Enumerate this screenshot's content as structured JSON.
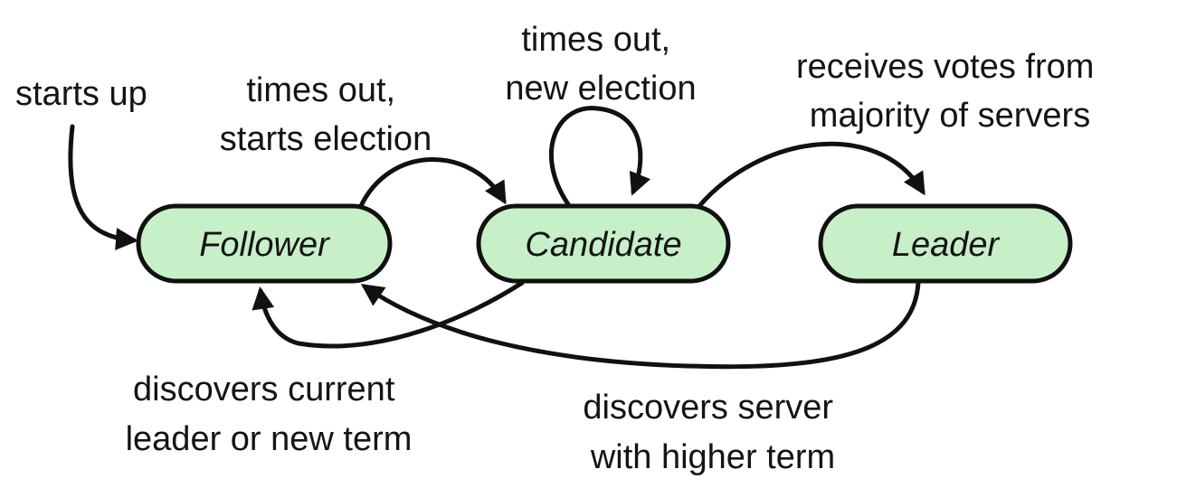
{
  "colors": {
    "node_fill": "#c8f0c8",
    "stroke": "#111111",
    "text": "#141414"
  },
  "states": {
    "follower": "Follower",
    "candidate": "Candidate",
    "leader": "Leader"
  },
  "transitions": {
    "starts_up": [
      "starts up"
    ],
    "follower_to_candidate": [
      "times out,",
      "starts election"
    ],
    "candidate_self": [
      "times out,",
      "new election"
    ],
    "candidate_to_leader": [
      "receives votes from",
      "majority of servers"
    ],
    "candidate_to_follower": [
      "discovers current",
      "leader or new term"
    ],
    "leader_to_follower": [
      "discovers server",
      "with higher term"
    ]
  }
}
